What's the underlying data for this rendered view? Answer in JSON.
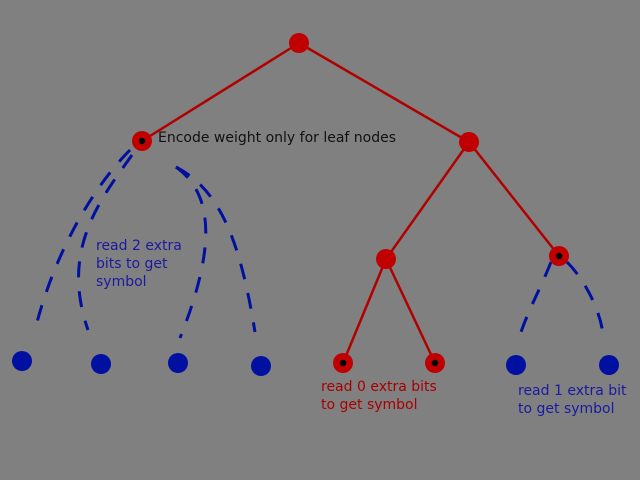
{
  "colors": {
    "background": "#808080",
    "red_nodes": "#c00000",
    "red_edges": "#b00000",
    "blue_nodes": "#0010a0",
    "blue_edges": "#0010a0",
    "marker": "#000000",
    "label_dark": "#111111",
    "label_blue": "#1a1aa0",
    "label_red": "#a80000"
  },
  "labels": {
    "encode_note": "Encode weight only for leaf nodes",
    "read_two": [
      "read 2 extra",
      "bits to get",
      "symbol"
    ],
    "read_zero": [
      "read 0 extra bits",
      "to get symbol"
    ],
    "read_one": [
      "read 1 extra bit",
      "to get symbol"
    ]
  },
  "tree": {
    "nodes": [
      {
        "id": "root",
        "type": "internal",
        "marker": false
      },
      {
        "id": "left",
        "type": "leaf",
        "marker": true
      },
      {
        "id": "right",
        "type": "internal",
        "marker": false
      },
      {
        "id": "right-left",
        "type": "internal",
        "marker": false
      },
      {
        "id": "right-right",
        "type": "leaf",
        "marker": true
      },
      {
        "id": "rl-leaf-1",
        "type": "leaf",
        "marker": true
      },
      {
        "id": "rl-leaf-2",
        "type": "leaf",
        "marker": true
      },
      {
        "id": "implied-1",
        "type": "implied"
      },
      {
        "id": "implied-2",
        "type": "implied"
      },
      {
        "id": "implied-3",
        "type": "implied"
      },
      {
        "id": "implied-4",
        "type": "implied"
      },
      {
        "id": "implied-5",
        "type": "implied"
      },
      {
        "id": "implied-6",
        "type": "implied"
      }
    ],
    "edges": [
      {
        "from": "root",
        "to": "left",
        "style": "solid"
      },
      {
        "from": "root",
        "to": "right",
        "style": "solid"
      },
      {
        "from": "right",
        "to": "right-left",
        "style": "solid"
      },
      {
        "from": "right",
        "to": "right-right",
        "style": "solid"
      },
      {
        "from": "right-left",
        "to": "rl-leaf-1",
        "style": "solid"
      },
      {
        "from": "right-left",
        "to": "rl-leaf-2",
        "style": "solid"
      },
      {
        "from": "left",
        "to": "implied-1",
        "style": "dashed"
      },
      {
        "from": "left",
        "to": "implied-2",
        "style": "dashed"
      },
      {
        "from": "left",
        "to": "implied-3",
        "style": "dashed"
      },
      {
        "from": "left",
        "to": "implied-4",
        "style": "dashed"
      },
      {
        "from": "right-right",
        "to": "implied-5",
        "style": "dashed"
      },
      {
        "from": "right-right",
        "to": "implied-6",
        "style": "dashed"
      }
    ]
  }
}
